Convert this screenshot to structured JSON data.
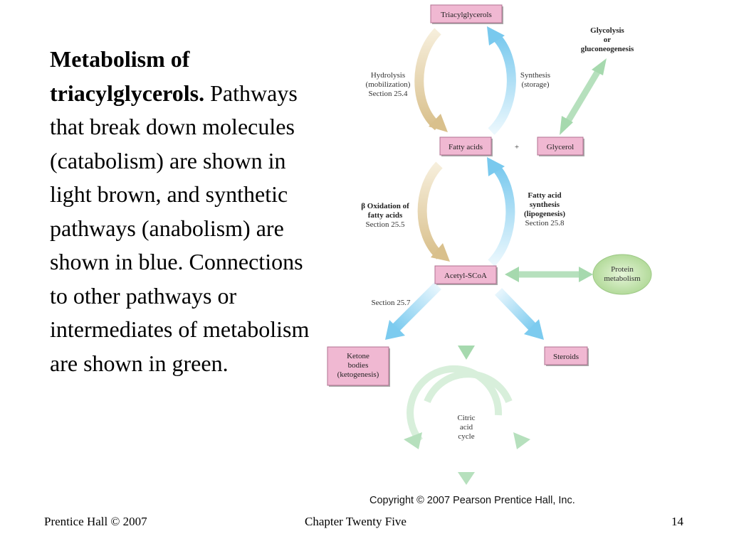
{
  "slide": {
    "title": "Metabolism of triacylglycerols.",
    "body": "Pathways that break down molecules (catabolism) are shown in light brown, and synthetic pathways (anabolism) are shown in blue. Connections to other pathways or intermediates of metabolism are shown in green."
  },
  "diagram": {
    "nodes": {
      "triacylglycerols": "Triacylglycerols",
      "fatty_acids": "Fatty acids",
      "plus": "+",
      "glycerol": "Glycerol",
      "acetyl_scoa": "Acetyl-SCoA",
      "protein_line1": "Protein",
      "protein_line2": "metabolism",
      "ketone_line1": "Ketone",
      "ketone_line2": "bodies",
      "ketone_line3": "(ketogenesis)",
      "steroids": "Steroids",
      "citric_line1": "Citric",
      "citric_line2": "acid",
      "citric_line3": "cycle"
    },
    "labels": {
      "hydrolysis_line1": "Hydrolysis",
      "hydrolysis_line2": "(mobilization)",
      "hydrolysis_line3": "Section 25.4",
      "synthesis_line1": "Synthesis",
      "synthesis_line2": "(storage)",
      "glycolysis_line1": "Glycolysis",
      "glycolysis_line2": "or",
      "glycolysis_line3": "gluconeogenesis",
      "beta_ox_line1": "β Oxidation of",
      "beta_ox_line2": "fatty acids",
      "beta_ox_line3": "Section 25.5",
      "fa_synth_line1": "Fatty acid",
      "fa_synth_line2": "synthesis",
      "fa_synth_line3": "(lipogenesis)",
      "fa_synth_line4": "Section 25.8",
      "section_257": "Section 25.7"
    },
    "copyright": "Copyright © 2007 Pearson Prentice Hall, Inc.",
    "colors": {
      "catabolism": "#e2cf9e",
      "anabolism": "#8fd3f0",
      "other": "#b6e0bd",
      "box": "#f0b8d2",
      "protein": "#c6e6b0"
    }
  },
  "footer": {
    "left": "Prentice Hall © 2007",
    "center": "Chapter Twenty Five",
    "right": "14"
  }
}
